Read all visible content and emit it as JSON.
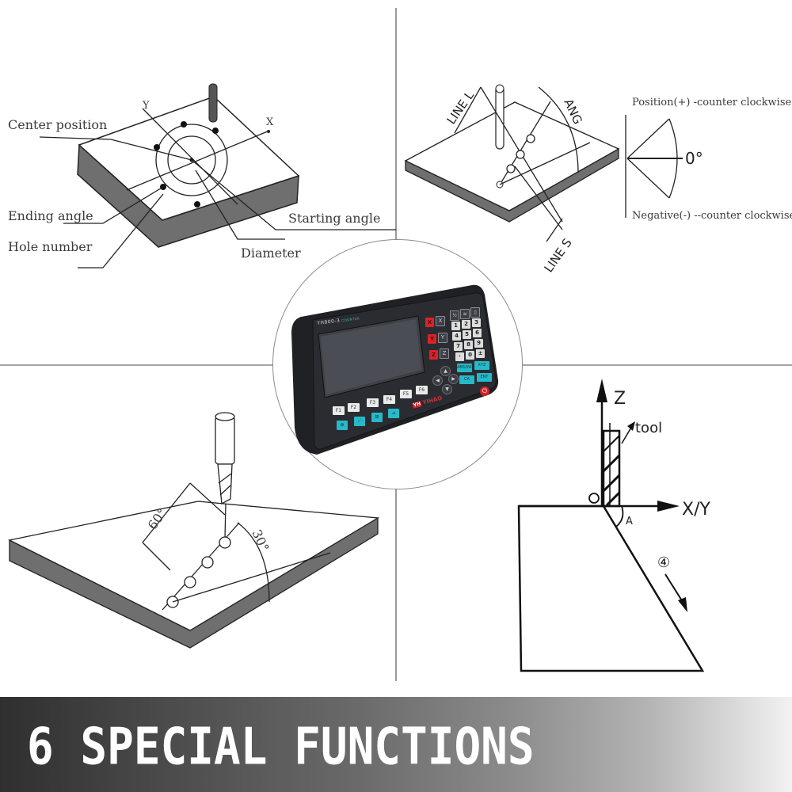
{
  "banner": {
    "title": "6 SPECIAL FUNCTIONS"
  },
  "panels": {
    "bolt_hole_circle": {
      "labels": {
        "center_position": "Center position",
        "ending_angle": "Ending angle",
        "hole_number": "Hole number",
        "starting_angle": "Starting angle",
        "diameter": "Diameter",
        "axis_x": "X",
        "axis_y": "Y"
      }
    },
    "line_hole": {
      "labels": {
        "line_l": "LINE L",
        "ang": "ANG",
        "line_s": "LINE S",
        "positive": "Position(+) -counter clockwise",
        "negative": "Negative(-) --counter clockwise",
        "zero": "0°"
      }
    },
    "incline_hole": {
      "labels": {
        "angle_60": "60°",
        "angle_30": "30°"
      }
    },
    "bevel_machining": {
      "labels": {
        "axis_z": "Z",
        "tool": "tool",
        "axis_xy": "X/Y",
        "angle": "A",
        "step": "④"
      }
    }
  },
  "device": {
    "model": "YH800-3",
    "model_sub": "COUNTER",
    "brand_badge": "YH",
    "brand": "YIHAO",
    "function_keys": [
      "F1",
      "F2",
      "F3",
      "F4",
      "F5",
      "F6"
    ],
    "mode_keys": [
      "circle-icon",
      "line-icon",
      "grid-icon",
      "bevel-icon"
    ],
    "axis_keys": [
      {
        "zero": "X",
        "select": "X"
      },
      {
        "zero": "Y",
        "select": "Y"
      },
      {
        "zero": "Z",
        "select": "Z"
      }
    ],
    "top_keys": [
      "½",
      "≡",
      "▯"
    ],
    "numpad": [
      "1",
      "2",
      "3",
      "4",
      "5",
      "6",
      "7",
      "8",
      "9",
      "·",
      "0",
      "±"
    ],
    "action_keys": [
      "ABS/INC",
      "XYZ",
      "CA",
      "ENT"
    ],
    "arrows": [
      "▲",
      "◀",
      "▶",
      "▼"
    ],
    "power": "⏻"
  },
  "colors": {
    "accent_red": "#d42027",
    "accent_cyan": "#27b9c8",
    "device_body": "#1f2125",
    "plate_side": "#6f6f6f"
  }
}
